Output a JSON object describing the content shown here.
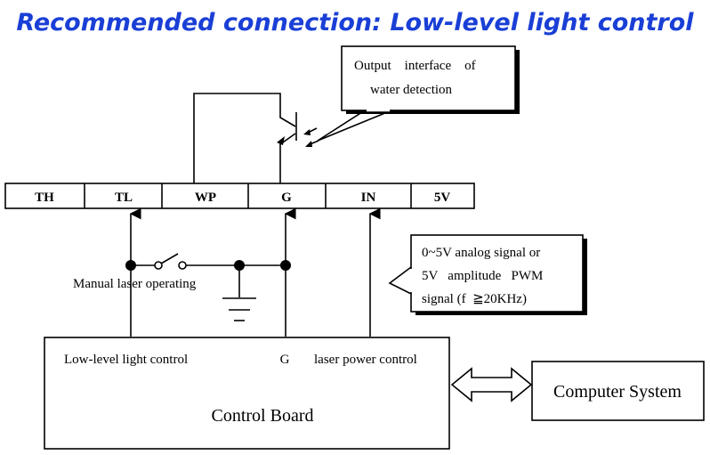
{
  "title": "Recommended connection: Low-level light control",
  "terminals": [
    "TH",
    "TL",
    "WP",
    "G",
    "IN",
    "5V"
  ],
  "callout_output": {
    "line1": "Output    interface    of",
    "line2": "water detection"
  },
  "callout_signal": {
    "line1": "0~5V analog signal or",
    "line2": "5V   amplitude   PWM",
    "line3": "signal (f  ≧20KHz)"
  },
  "switch_label": "Manual laser operating",
  "board": {
    "label_left": "Low-level light control",
    "label_mid": "G",
    "label_right": "laser power control",
    "title": "Control Board"
  },
  "computer": "Computer System",
  "colors": {
    "title": "#1a3fd6",
    "line": "#000000",
    "background": "#ffffff"
  }
}
